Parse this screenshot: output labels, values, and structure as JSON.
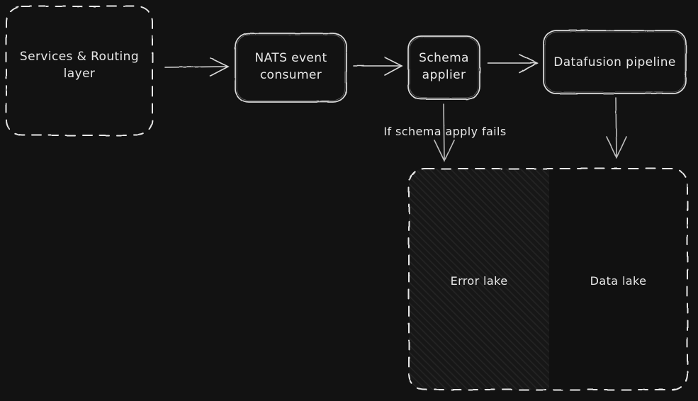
{
  "diagram": {
    "background_color": "#121212",
    "stroke_color": "#e8e8e8",
    "hatch_color": "#232323",
    "nodes": [
      {
        "id": "services-routing-layer",
        "label": "Services & Routing\nlayer",
        "shape": "rounded-rect",
        "border": "dashed"
      },
      {
        "id": "nats-event-consumer",
        "label": "NATS event\nconsumer",
        "shape": "rounded-rect",
        "border": "solid"
      },
      {
        "id": "schema-applier",
        "label": "Schema\napplier",
        "shape": "rounded-rect",
        "border": "solid"
      },
      {
        "id": "datafusion-pipeline",
        "label": "Datafusion pipeline",
        "shape": "rounded-rect",
        "border": "solid"
      }
    ],
    "edges": [
      {
        "id": "services-to-nats",
        "from": "services-routing-layer",
        "to": "nats-event-consumer",
        "label": "",
        "direction": "right"
      },
      {
        "id": "nats-to-schema",
        "from": "nats-event-consumer",
        "to": "schema-applier",
        "label": "",
        "direction": "right"
      },
      {
        "id": "schema-to-datafusion",
        "from": "schema-applier",
        "to": "datafusion-pipeline",
        "label": "",
        "direction": "right"
      },
      {
        "id": "schema-to-error-lake",
        "from": "schema-applier",
        "to": "error-lake",
        "label": "If schema apply fails",
        "direction": "down"
      },
      {
        "id": "datafusion-to-data-lake",
        "from": "datafusion-pipeline",
        "to": "data-lake",
        "label": "",
        "direction": "down"
      }
    ],
    "container": {
      "id": "lakes-container",
      "border": "dashed",
      "regions": [
        {
          "id": "error-lake",
          "label": "Error lake",
          "fill": "hatched"
        },
        {
          "id": "data-lake",
          "label": "Data lake",
          "fill": "plain"
        }
      ]
    }
  }
}
